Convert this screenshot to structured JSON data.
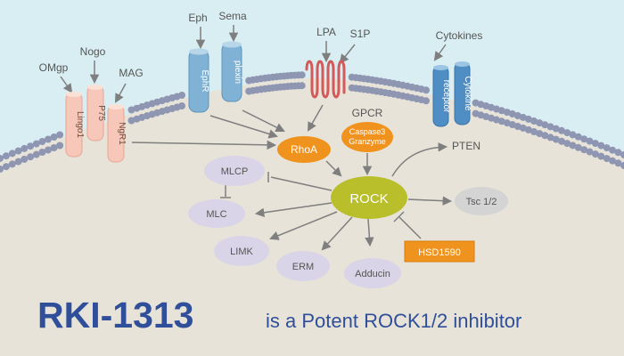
{
  "ligands": {
    "omgp": "OMgp",
    "nogo": "Nogo",
    "mag": "MAG",
    "eph": "Eph",
    "sema": "Sema",
    "lpa": "LPA",
    "s1p": "S1P",
    "cytokines": "Cytokines"
  },
  "receptors": {
    "lingo1": "Lingo1",
    "p75": "P75",
    "ngr1": "NgR1",
    "ephr": "EphR",
    "plexin": "plexin",
    "gpcr": "GPCR",
    "receptor": "receptor",
    "cytokine": "Cytokine"
  },
  "nodes": {
    "rhoa": "RhoA",
    "caspase_line1": "Caspase3",
    "caspase_line2": "Granzyme",
    "rock": "ROCK",
    "pten": "PTEN",
    "tsc": "Tsc 1/2",
    "mlcp": "MLCP",
    "mlc": "MLC",
    "limk": "LIMK",
    "erm": "ERM",
    "adducin": "Adducin",
    "hsd": "HSD1590"
  },
  "headline": {
    "name": "RKI-1313",
    "rest": "is a Potent ROCK1/2 inhibitor"
  },
  "colors": {
    "background_top": "#d9eef2",
    "cytoplasm": "#e8e3d8",
    "membrane_beads": "#8e96b2",
    "pink_receptor": "#f7c7b9",
    "blue_receptor": "#7fb2d4",
    "gpcr": "#d25a5a",
    "orange": "#f0931e",
    "rock": "#b8bf2b",
    "lavender": "#d9d4e8",
    "gray_node": "#d4d4d4",
    "arrow": "#7f7f7f",
    "headline": "#2f4f9a"
  }
}
